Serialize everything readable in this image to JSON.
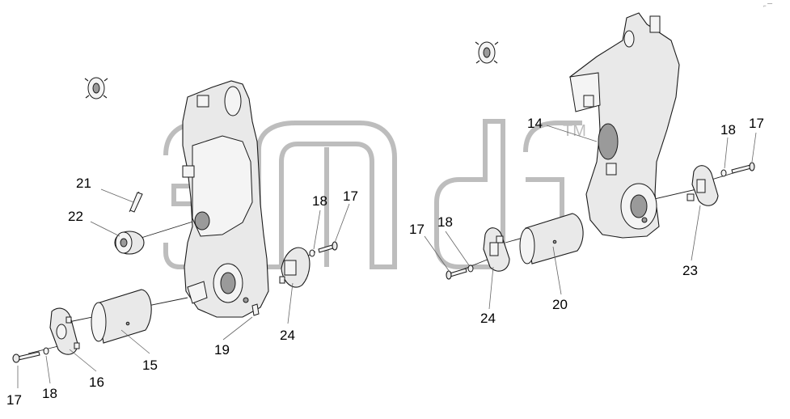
{
  "diagram": {
    "callouts": {
      "c14": "14",
      "c15": "15",
      "c16": "16",
      "c17a": "17",
      "c17b": "17",
      "c17c": "17",
      "c17d": "17",
      "c18a": "18",
      "c18b": "18",
      "c18c": "18",
      "c18d": "18",
      "c19": "19",
      "c20": "20",
      "c21": "21",
      "c22": "22",
      "c23": "23",
      "c24a": "24",
      "c24b": "24"
    },
    "watermark": {
      "tm": "TM"
    },
    "corner_mark": "⌐ ˜˜˜"
  }
}
